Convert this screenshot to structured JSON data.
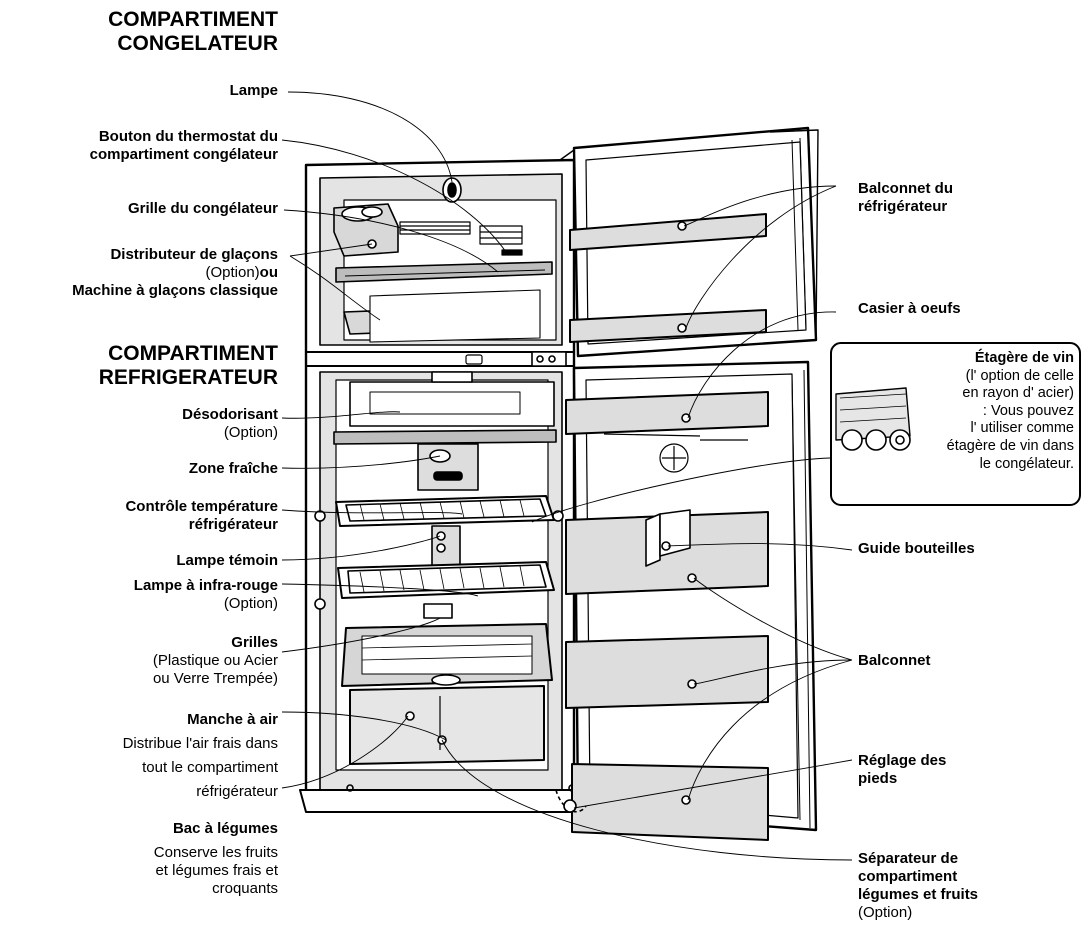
{
  "headers": {
    "freezer": [
      "COMPARTIMENT",
      "CONGELATEUR"
    ],
    "fridge": [
      "COMPARTIMENT",
      "REFRIGERATEUR"
    ]
  },
  "left_labels": {
    "lampe": "Lampe",
    "bouton_l1": "Bouton du thermostat du",
    "bouton_l2": "compartiment congélateur",
    "grille_congelateur": "Grille du congélateur",
    "distributeur": "Distributeur de glaçons",
    "distributeur_opt": "(Option)",
    "distributeur_ou": "ou",
    "machine": "Machine à glaçons classique",
    "desodorisant": "Désodorisant",
    "desodorisant_opt": "(Option)",
    "zone_fraiche": "Zone fraîche",
    "controle_l1": "Contrôle température",
    "controle_l2": "réfrigérateur",
    "lampe_temoin": "Lampe témoin",
    "lampe_infra": "Lampe à infra-rouge",
    "lampe_infra_opt": "(Option)",
    "grilles": "Grilles",
    "grilles_l1": "(Plastique ou Acier",
    "grilles_l2": "ou Verre Trempée)",
    "manche": "Manche à air",
    "manche_l1": "Distribue l'air frais dans",
    "manche_l2": "tout le compartiment",
    "manche_l3": "réfrigérateur",
    "bac": "Bac à légumes",
    "bac_l1": "Conserve les fruits",
    "bac_l2": "et légumes frais et",
    "bac_l3": "croquants"
  },
  "right_labels": {
    "balconnet_refrig_l1": "Balconnet du",
    "balconnet_refrig_l2": "réfrigérateur",
    "casier": "Casier à oeufs",
    "guide": "Guide bouteilles",
    "balconnet": "Balconnet",
    "reglage_l1": "Réglage des",
    "reglage_l2": "pieds",
    "separateur_l1": "Séparateur de",
    "separateur_l2": "compartiment",
    "separateur_l3": "légumes et fruits",
    "separateur_opt": "(Option)"
  },
  "wine_inset": {
    "title": "Étagère de vin",
    "lines": [
      "(l' option de celle",
      "en rayon d' acier)",
      ": Vous pouvez",
      "l' utiliser comme",
      "étagère de vin dans",
      "le congélateur."
    ]
  }
}
